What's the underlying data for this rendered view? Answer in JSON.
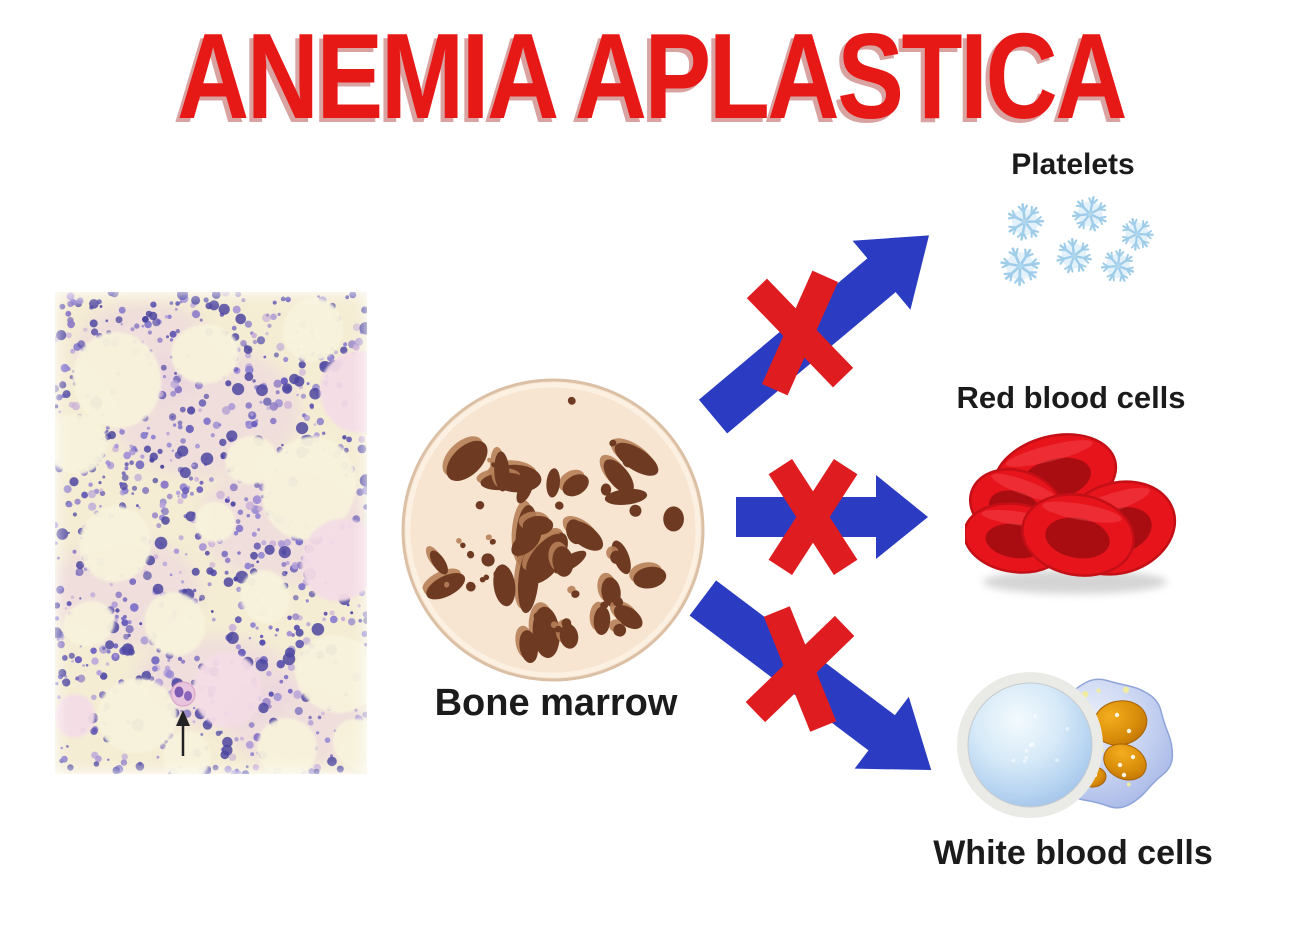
{
  "title": "ANEMIA APLASTICA",
  "diagram": {
    "type": "flow",
    "source": {
      "label": "Bone marrow",
      "icon": "bone-marrow-icon",
      "micrograph_icon": "bone-marrow-micrograph"
    },
    "targets": [
      {
        "label": "Platelets",
        "icon": "platelets-icon",
        "blocked": true
      },
      {
        "label": "Red blood cells",
        "icon": "red-blood-cells-icon",
        "blocked": true
      },
      {
        "label": "White blood cells",
        "icon": "white-blood-cells-icon",
        "blocked": true
      }
    ],
    "blocked_marker": "x-icon"
  },
  "colors": {
    "title": "#e71917",
    "arrow": "#2b3cc2",
    "cross": "#df1c20",
    "marrow_fill": "#f7e4d1",
    "marrow_spots": "#6e3b22",
    "marrow_spot_highlight": "#b67f58",
    "platelet": "#9fcde9",
    "red_cell": "#e8141c",
    "red_cell_core": "#a90d12",
    "white_cell_body": "#c6d2f1",
    "nucleus_orange": "#d98d0a",
    "label_text": "#1b1b1b"
  }
}
